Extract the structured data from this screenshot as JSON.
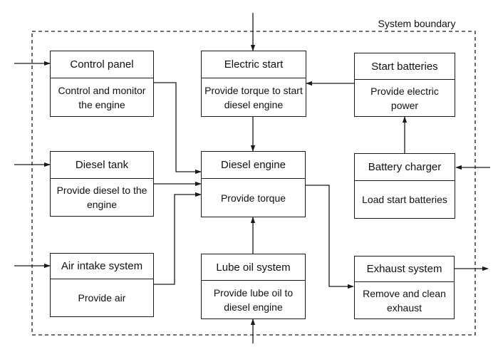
{
  "boundary": {
    "label": "System boundary"
  },
  "blocks": {
    "control_panel": {
      "title": "Control panel",
      "function": "Control and monitor the engine"
    },
    "diesel_tank": {
      "title": "Diesel tank",
      "function": "Provide diesel to the engine"
    },
    "air_intake": {
      "title": "Air intake system",
      "function": "Provide air"
    },
    "electric_start": {
      "title": "Electric start",
      "function": "Provide torque to start diesel engine"
    },
    "diesel_engine": {
      "title": "Diesel engine",
      "function": "Provide torque"
    },
    "lube_oil": {
      "title": "Lube oil system",
      "function": "Provide lube oil to diesel engine"
    },
    "start_batteries": {
      "title": "Start batteries",
      "function": "Provide electric power"
    },
    "battery_charger": {
      "title": "Battery charger",
      "function": "Load start batteries"
    },
    "exhaust": {
      "title": "Exhaust system",
      "function": "Remove and clean exhaust"
    }
  },
  "colors": {
    "line": "#1a1a1a",
    "background": "#ffffff"
  }
}
